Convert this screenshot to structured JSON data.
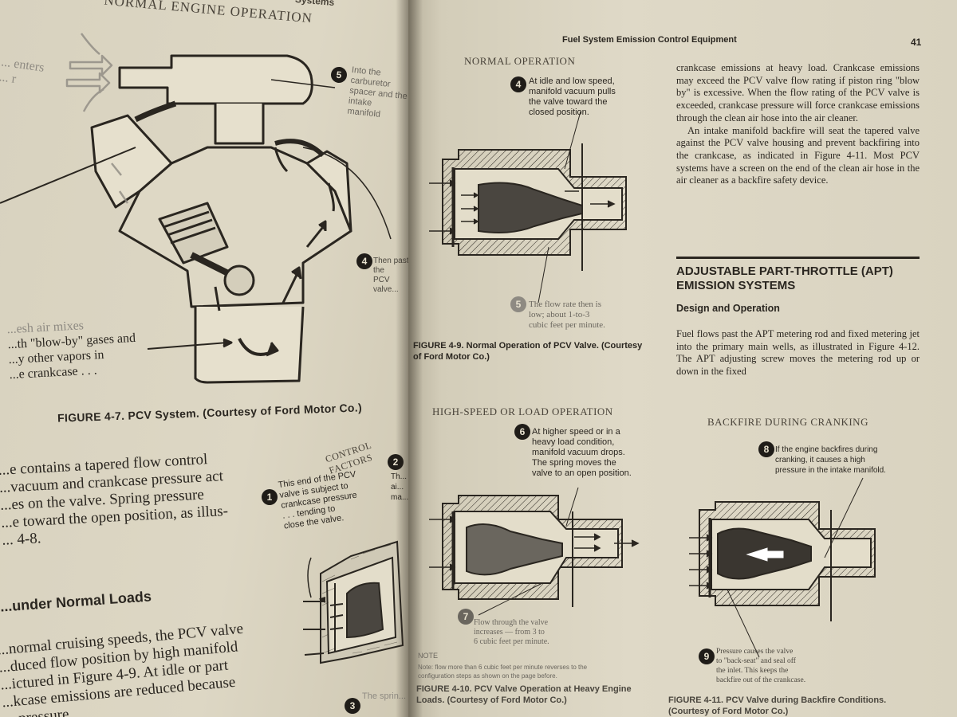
{
  "left_page": {
    "running_header": "NORMAL ENGINE OPERATION",
    "running_header_tail": "Systems",
    "engine_callouts": {
      "air_enters": "... enters",
      "air_enters_2": "... r",
      "callout_5_num": "5",
      "callout_5_text": [
        "Into the carburetor",
        "spacer and the intake",
        "manifold"
      ],
      "callout_4_num": "4",
      "callout_4_text": [
        "Then past the",
        "PCV valve..."
      ],
      "fresh_air": [
        "...esh air mixes",
        "...th \"blow-by\" gases and",
        "...y other vapors in",
        "...e crankcase . . ."
      ]
    },
    "figure_4_7_caption": "FIGURE 4-7. PCV System. (Courtesy of Ford Motor Co.)",
    "body_paragraph_1": [
      "...e contains a tapered flow control",
      "...vacuum and crankcase pressure act",
      "...es on the valve. Spring pressure",
      "...e toward the open position, as illus-",
      "... 4-8."
    ],
    "section_heading": "...under Normal Loads",
    "body_paragraph_2": [
      "...normal cruising speeds, the PCV valve",
      "...duced flow position by high manifold",
      "...ictured in Figure 4-9. At idle or part",
      "...kcase emissions are reduced because",
      "... pressure."
    ],
    "control_factors": {
      "title": "CONTROL FACTORS",
      "callout_1_num": "1",
      "callout_1_text": [
        "This end of the PCV",
        "valve is subject to",
        "crankcase pressure",
        ". . . tending to",
        "close the valve."
      ],
      "callout_2_num": "2",
      "callout_2_text": [
        "Th...",
        "ai...",
        "ma..."
      ],
      "callout_3_num": "3",
      "callout_3_text": [
        "The sprin..."
      ]
    }
  },
  "right_page": {
    "running_header": "Fuel System Emission Control Equipment",
    "page_number": "41",
    "normal_operation": {
      "title": "NORMAL OPERATION",
      "callout_4_num": "4",
      "callout_4_text": [
        "At idle and low speed,",
        "manifold vacuum pulls",
        "the valve toward the",
        "closed position."
      ],
      "callout_5_num": "5",
      "callout_5_text": [
        "The flow rate then is",
        "low; about 1-to-3",
        "cubic feet per minute."
      ],
      "caption": "FIGURE 4-9. Normal Operation of PCV Valve. (Courtesy of Ford Motor Co.)"
    },
    "high_speed": {
      "title": "HIGH-SPEED OR LOAD OPERATION",
      "callout_6_num": "6",
      "callout_6_text": [
        "At higher speed or in a",
        "heavy load condition,",
        "manifold vacuum drops.",
        "The spring moves the",
        "valve to an open position."
      ],
      "callout_7_num": "7",
      "callout_7_text": [
        "Flow through the valve",
        "increases — from 3 to",
        "6 cubic feet per minute."
      ],
      "note_label": "NOTE",
      "note_text": [
        "Note: flow more than 6 cubic feet per minute reverses to the",
        "configuration steps as shown on the page before."
      ],
      "caption": [
        "FIGURE 4-10. PCV Valve Operation at Heavy Engine",
        "Loads. (Courtesy of Ford Motor Co.)"
      ]
    },
    "backfire": {
      "title": "BACKFIRE DURING CRANKING",
      "callout_8_num": "8",
      "callout_8_text": [
        "If the engine backfires during",
        "cranking, it causes a high",
        "pressure in the intake manifold."
      ],
      "callout_9_num": "9",
      "callout_9_text": [
        "Pressure causes the valve",
        "to \"back-seat\" and seal off",
        "the inlet. This keeps the",
        "backfire out of the crankcase."
      ],
      "caption": [
        "FIGURE 4-11. PCV Valve during Backfire Conditions.",
        "(Courtesy of Ford Motor Co.)"
      ]
    },
    "body_paragraph_1": "crankcase emissions at heavy load. Crankcase emissions may exceed the PCV valve flow rating if piston ring \"blow by\" is excessive. When the flow rating of the PCV valve is exceeded, crankcase pressure will force crankcase emissions through the clean air hose into the air cleaner.",
    "body_paragraph_2": "An intake manifold backfire will seat the tapered valve against the PCV valve housing and prevent backfiring into the crankcase, as indicated in Figure 4-11. Most PCV systems have a screen on the end of the clean air hose in the air cleaner as a backfire safety device.",
    "section_heading": "ADJUSTABLE PART-THROTTLE (APT) EMISSION SYSTEMS",
    "sub_heading": "Design and Operation",
    "body_paragraph_3": "Fuel flows past the APT metering rod and fixed metering jet into the primary main wells, as illustrated in Figure 4-12. The APT adjusting screw moves the metering rod up or down in the fixed"
  }
}
